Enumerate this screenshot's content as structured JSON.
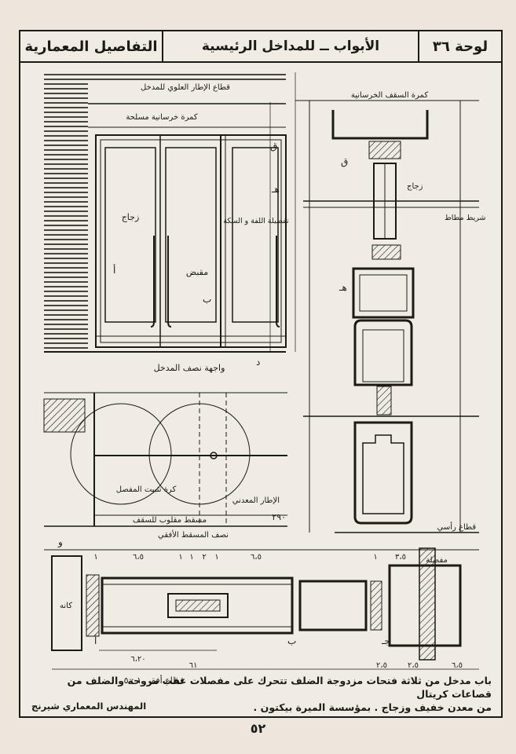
{
  "header": {
    "plate": "لوحة ٣٦",
    "title": "الأبواب ــ للمداخل الرئيسية",
    "subject": "التفاصيل المعمارية"
  },
  "labels": {
    "elevation_top_frame": "قطاع الإطار العلوي للمدخل",
    "concrete_beam": "كمرة خرسانية مسلحة",
    "ceiling_beam": "كمرة السقف الخرسانية",
    "glass_left": "زجاج",
    "handle": "مقبض",
    "upper_fixed_panel": "تفصيلة اللفة و السكة",
    "elevation_caption": "واجهة نصف المدخل",
    "pivot_rose": "كرة تثبيت المفصل",
    "floor_line": "نصف المسقط الأفقي",
    "ceiling_plan": "مسقط مقلوب للسقف",
    "plan_dim": "٢٩٠",
    "section_caption": "قطاع رأسي",
    "plan_caption": "قطاع أفقي ١ : ٥",
    "glass_right": "زجاج",
    "aluminum_frame": "الإطار المعدني",
    "rubber_strip": "شريط مطاط",
    "cabinet": "كانه",
    "pivot_text": "مفصلة"
  },
  "markers": {
    "q": "ق",
    "h": "هـ",
    "a": "أ",
    "b": "ب",
    "d": "د",
    "j": "جـ",
    "w": "و"
  },
  "dims": {
    "d65a": "٦،٥",
    "d65b": "٦،٥",
    "d1a": "١",
    "d1b": "١",
    "d1c": "١",
    "d1d": "١",
    "d1e": "١",
    "d2": "٢",
    "d620": "٦،٢٠",
    "d61": "٦١",
    "d25a": "٢،٥",
    "d25b": "٢،٥",
    "d65c": "٦،٥",
    "d35": "٣،٥"
  },
  "caption": {
    "line1": "باب مدخل من ثلاثة فتحات مزدوجة الضلف تتحرك على مفصلات عقب مروحة والضلف من قصاعات كريتال",
    "line2": "من معدن خفيف وزجاج . بمؤسسة الميرة بيكتون .",
    "credit": "المهندس المعماري شيرنج"
  },
  "page_number": "٥٢"
}
